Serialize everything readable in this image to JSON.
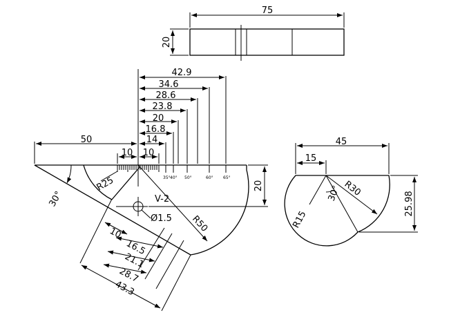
{
  "drawing": {
    "top_view": {
      "dim_length": "75",
      "dim_width": "20"
    },
    "block": {
      "dims": [
        "42.9",
        "34.6",
        "28.6",
        "23.8",
        "20",
        "16.8",
        "14"
      ],
      "dim_50": "50",
      "dim_10_left": "10",
      "dim_10_right": "10",
      "dim_height": "20",
      "label_r25": "R25",
      "label_r50": "R50",
      "label_30deg": "30°",
      "label_v2": "V-2",
      "label_hole": "Ø1.5",
      "angle_marks": [
        "35°",
        "40°",
        "50°",
        "60°",
        "65°"
      ],
      "oblique_dims": [
        "10",
        "16.5",
        "21.1",
        "28.7",
        "43.3"
      ]
    },
    "side_view": {
      "dim_45": "45",
      "dim_15": "15",
      "label_r30": "R30",
      "label_30deg": "30°",
      "label_r15": "R15",
      "dim_height": "25.98"
    }
  }
}
